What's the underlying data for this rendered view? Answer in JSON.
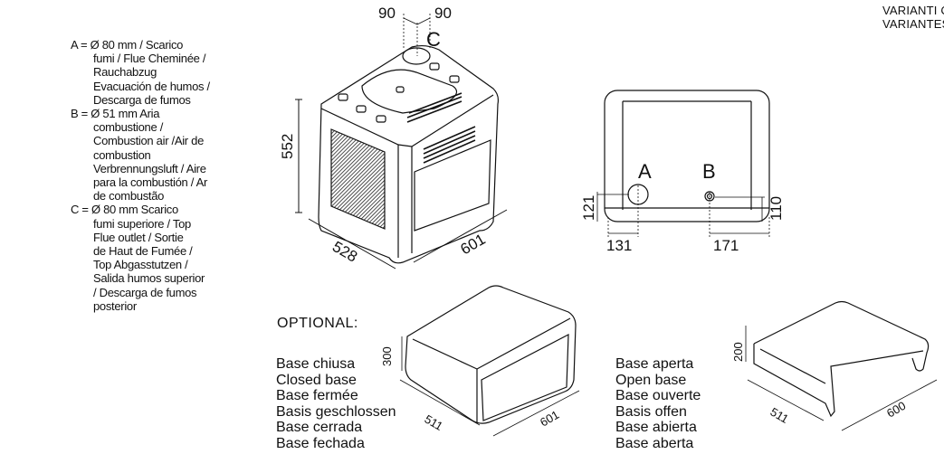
{
  "variants": {
    "line1": "VARIANTI C",
    "line2": "VARIANTES"
  },
  "legend": [
    {
      "head": "A = Ø 80 mm / Scarico",
      "lines": [
        "fumi / Flue Cheminée /",
        "Rauchabzug",
        "Evacuación de humos /",
        "Descarga de fumos"
      ]
    },
    {
      "head": "B = Ø 51 mm Aria",
      "lines": [
        "combustione /",
        "Combustion air /Air de",
        "combustion",
        "Verbrennungsluft / Aire",
        "para la combustión / Ar",
        "de combustão"
      ]
    },
    {
      "head": "C = Ø 80 mm Scarico",
      "lines": [
        "fumi superiore / Top",
        "Flue outlet / Sortie",
        "de Haut de Fumée /",
        "Top Abgasstutzen /",
        "Salida humos superior",
        "/ Descarga de fumos",
        "posterior"
      ]
    }
  ],
  "stove": {
    "dim_top_left": "90",
    "dim_top_right": "90",
    "label_c": "C",
    "height": "552",
    "depth": "528",
    "width": "601"
  },
  "rear": {
    "label_a": "A",
    "label_b": "B",
    "height_a": "121",
    "height_b": "110",
    "offset_a": "131",
    "offset_b": "171"
  },
  "optional_label": "OPTIONAL:",
  "closed_base": {
    "names": [
      "Base chiusa",
      "Closed base",
      "Base fermée",
      "Basis geschlossen",
      "Base cerrada",
      "Base fechada"
    ],
    "height": "300",
    "depth": "511",
    "width": "601"
  },
  "open_base": {
    "names": [
      "Base aperta",
      "Open base",
      "Base ouverte",
      "Basis offen",
      "Base abierta",
      "Base aberta"
    ],
    "height": "200",
    "depth": "511",
    "width": "600"
  }
}
